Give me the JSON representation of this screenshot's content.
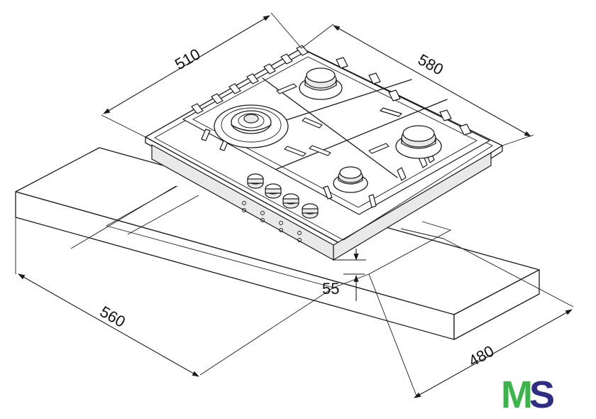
{
  "dimensions": {
    "width_top": "510",
    "depth_top": "580",
    "height": "55",
    "cutout_width": "560",
    "cutout_depth": "480"
  },
  "logo": {
    "letter_m": "M",
    "letter_s": "S",
    "color_m": "#3ab54a",
    "color_s": "#2d2e83"
  }
}
